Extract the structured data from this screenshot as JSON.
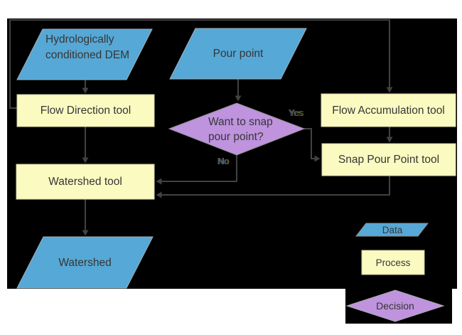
{
  "diagram": {
    "nodes": {
      "dem": {
        "label": "Hydrologically conditioned DEM",
        "type": "data"
      },
      "pour_point": {
        "label": "Pour point",
        "type": "data"
      },
      "flow_direction": {
        "label": "Flow Direction tool",
        "type": "process"
      },
      "flow_accumulation": {
        "label": "Flow Accumulation tool",
        "type": "process"
      },
      "snap_decision": {
        "label": "Want to snap pour point?",
        "type": "decision"
      },
      "snap_pour_point": {
        "label": "Snap Pour Point tool",
        "type": "process"
      },
      "watershed_tool": {
        "label": "Watershed tool",
        "type": "process"
      },
      "watershed": {
        "label": "Watershed",
        "type": "data"
      }
    },
    "edge_labels": {
      "yes": "Yes",
      "no": "No"
    },
    "legend": {
      "data": "Data",
      "process": "Process",
      "decision": "Decision"
    },
    "colors": {
      "background": "#000000",
      "data_fill": "#56a8d6",
      "process_fill": "#fbfac1",
      "decision_fill": "#bf93de",
      "connector": "#424242",
      "text": "#363636"
    }
  }
}
